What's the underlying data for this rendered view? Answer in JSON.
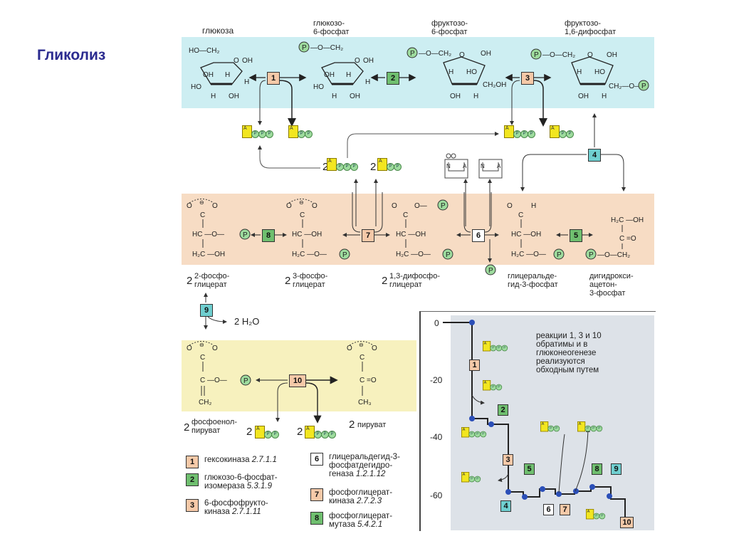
{
  "slide_title": "Гликолиз",
  "compounds": {
    "glucose": "глюкоза",
    "g6p": [
      "глюкозо-",
      "6-фосфат"
    ],
    "f6p": [
      "фруктозо-",
      "6-фосфат"
    ],
    "f16bp": [
      "фруктозо-",
      "1,6-дифосфат"
    ],
    "pg2": [
      "2-фосфо-",
      "глицерат"
    ],
    "pg3": [
      "3-фосфо-",
      "глицерат"
    ],
    "bpg13": [
      "1,3-дифосфо-",
      "глицерат"
    ],
    "gap": [
      "глицеральде-",
      "гид-3-фосфат"
    ],
    "dhap": [
      "дигидрокси-",
      "ацетон-",
      "3-фосфат"
    ],
    "pep": [
      "фосфоенол-",
      "пируват"
    ],
    "pyruvate": "пируват",
    "water": "2 H₂O",
    "coef": "2"
  },
  "reactions": [
    {
      "num": "1",
      "color": "#f5c9a8"
    },
    {
      "num": "2",
      "color": "#6fbf6f"
    },
    {
      "num": "3",
      "color": "#f5c9a8"
    },
    {
      "num": "4",
      "color": "#6fcfd0"
    },
    {
      "num": "5",
      "color": "#6fbf6f"
    },
    {
      "num": "6",
      "color": "#ffffff"
    },
    {
      "num": "7",
      "color": "#f5c9a8"
    },
    {
      "num": "8",
      "color": "#6fbf6f"
    },
    {
      "num": "9",
      "color": "#6fcfd0"
    },
    {
      "num": "10",
      "color": "#f5c9a8"
    }
  ],
  "cofactors": {
    "atp": "ATP",
    "adp": "ADP",
    "nad": "NAD",
    "nadh": "NADH",
    "phosphate": "P",
    "adenine": "A",
    "nicotinamide": "N"
  },
  "legend": [
    {
      "num": "1",
      "name": "гексокиназа",
      "ec": "2.7.1.1"
    },
    {
      "num": "2",
      "name": "глюкозо-6-фосфат-\nизомераза",
      "ec": "5.3.1.9"
    },
    {
      "num": "3",
      "name": "6-фосфофрукто-\nкиназа",
      "ec": "2.7.1.11"
    },
    {
      "num": "6",
      "name": "глицеральдегид-3-\nфосфатдегидро-\nгеназа",
      "ec": "1.2.1.12"
    },
    {
      "num": "7",
      "name": "фосфоглицерат-\nкиназа",
      "ec": "2.7.2.3"
    },
    {
      "num": "8",
      "name": "фосфоглицерат-\nмутаза",
      "ec": "5.4.2.1"
    }
  ],
  "energy_inset": {
    "y_ticks": [
      "0",
      "-20",
      "-40",
      "-60"
    ],
    "note": [
      "реакции 1, 3 и 10",
      "обратимы и в",
      "глюконеогенезе",
      "реализуются",
      "обходным путем"
    ]
  }
}
